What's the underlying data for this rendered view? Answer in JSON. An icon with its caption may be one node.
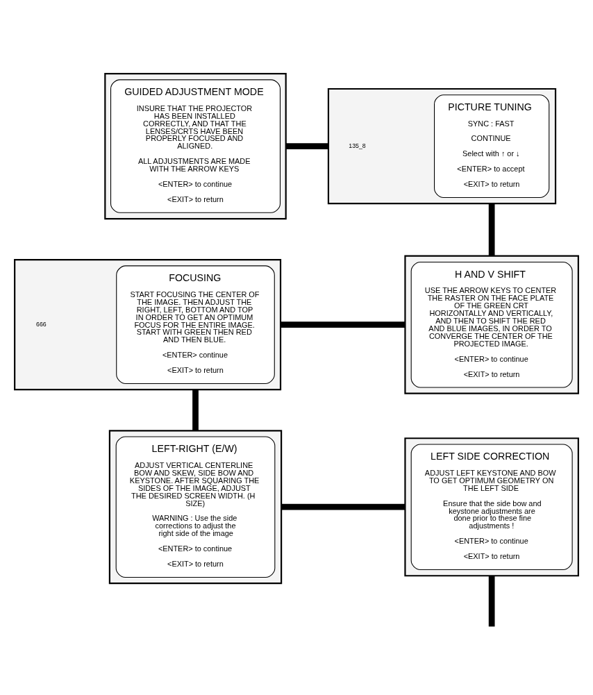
{
  "diagram": {
    "nodes": [
      {
        "text": [],
        "shape": "box"
      },
      {
        "text": [
          "GUIDED ADJUSTMENT MODE",
          "INSURE THAT THE PROJECTOR HAS BEEN INSTALLED CORRECTLY, AND THAT THE LENSES/CRTS HAVE BEEN PROPERLY FOCUSED AND ALIGNED.",
          "ALL ADJUSTMENTS ARE MADE WITH THE ARROW KEYS",
          "<ENTER> to continue",
          "<EXIT> to return"
        ],
        "in": 0
      },
      {
        "text": [],
        "shape": "box"
      },
      {
        "text": [
          "PICTURE TUNING",
          "SYNC : FAST",
          "CONTINUE",
          "Select with ↑ or ↓",
          "<ENTER> to accept",
          "<EXIT> to return"
        ],
        "in": 2
      },
      {
        "text": [],
        "shape": "box"
      },
      {
        "text": [
          "FOCUSING",
          "START FOCUSING THE CENTER OF THE IMAGE. THEN ADJUST THE RIGHT, LEFT, BOTTOM AND TOP IN ORDER TO GET AN OPTIMUM FOCUS FOR THE ENTIRE IMAGE. START WITH GREEN THEN RED AND THEN BLUE.",
          "<ENTER> continue",
          "<EXIT> to return"
        ],
        "in": 4
      },
      {
        "text": [],
        "shape": "box"
      },
      {
        "text": [
          "H AND V SHIFT",
          "USE THE ARROW KEYS TO CENTER THE RASTER ON THE FACE PLATE OF THE GREEN CRT HORIZONTALLY AND VERTICALLY, AND THEN TO SHIFT THE RED AND BLUE IMAGES, IN ORDER TO CONVERGE THE CENTER OF THE PROJECTED IMAGE.",
          "<ENTER> to continue",
          "<EXIT> to return"
        ],
        "in": 6
      },
      {
        "text": [],
        "shape": "box"
      },
      {
        "text": [
          "LEFT-RIGHT (E/W)",
          "ADJUST VERTICAL CENTERLINE BOW AND SKEW, SIDE BOW AND KEYSTONE. AFTER SQUARING THE SIDES OF THE IMAGE, ADJUST THE DESIRED SCREEN WIDTH. (H SIZE)",
          "WARNING : Use the side corrections to adjust the right side of the image",
          "<ENTER> to continue",
          "<EXIT> to return"
        ],
        "in": 8
      },
      {
        "text": [],
        "shape": "box"
      },
      {
        "text": [
          "LEFT SIDE CORRECTION",
          "ADJUST LEFT KEYSTONE AND BOW TO GET OPTIMUM GEOMETRY ON THE LEFT SIDE",
          "Ensure that the side bow and keystone adjustments are done prior to these fine adjustments !",
          "<ENTER> to continue",
          "<EXIT> to return"
        ],
        "in": 10
      }
    ],
    "edges": [
      {
        "from": 0,
        "to": 2,
        "arrow": "none"
      },
      {
        "from": 2,
        "to": 6,
        "arrow": "none"
      },
      {
        "from": 4,
        "to": 6,
        "arrow": "none"
      },
      {
        "from": 4,
        "to": 8,
        "arrow": "none"
      },
      {
        "from": 8,
        "to": 10,
        "arrow": "none"
      },
      {
        "from": 10,
        "to": null,
        "arrow": "none"
      }
    ],
    "labels": [
      "135_8",
      "666"
    ]
  }
}
